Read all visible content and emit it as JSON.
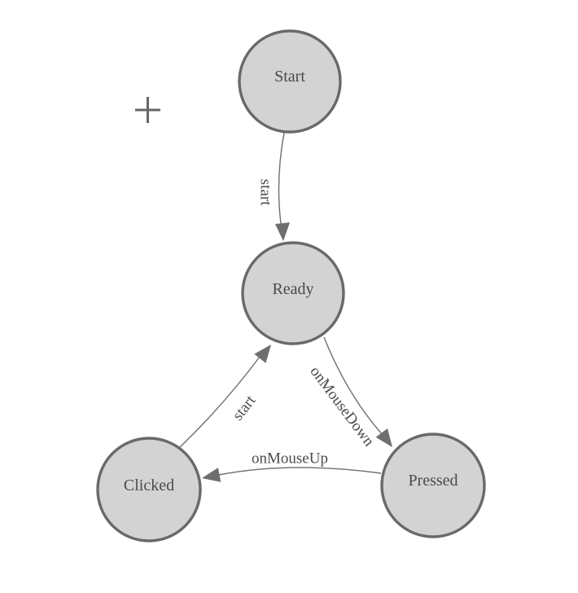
{
  "diagram": {
    "type": "state-machine",
    "nodes": [
      {
        "id": "start",
        "label": "Start"
      },
      {
        "id": "ready",
        "label": "Ready"
      },
      {
        "id": "clicked",
        "label": "Clicked"
      },
      {
        "id": "pressed",
        "label": "Pressed"
      }
    ],
    "edges": [
      {
        "from": "start",
        "to": "ready",
        "label": "start"
      },
      {
        "from": "clicked",
        "to": "ready",
        "label": "start"
      },
      {
        "from": "ready",
        "to": "pressed",
        "label": "onMouseDown"
      },
      {
        "from": "pressed",
        "to": "clicked",
        "label": "onMouseUp"
      }
    ],
    "colors": {
      "background": "#ffffff",
      "node_fill": "#d3d3d3",
      "node_stroke": "#696969",
      "edge_stroke": "#6e6e6e",
      "arrowhead": "#6e6e6e",
      "label_text": "#4a4a4a",
      "crosshair": "#666666"
    }
  }
}
